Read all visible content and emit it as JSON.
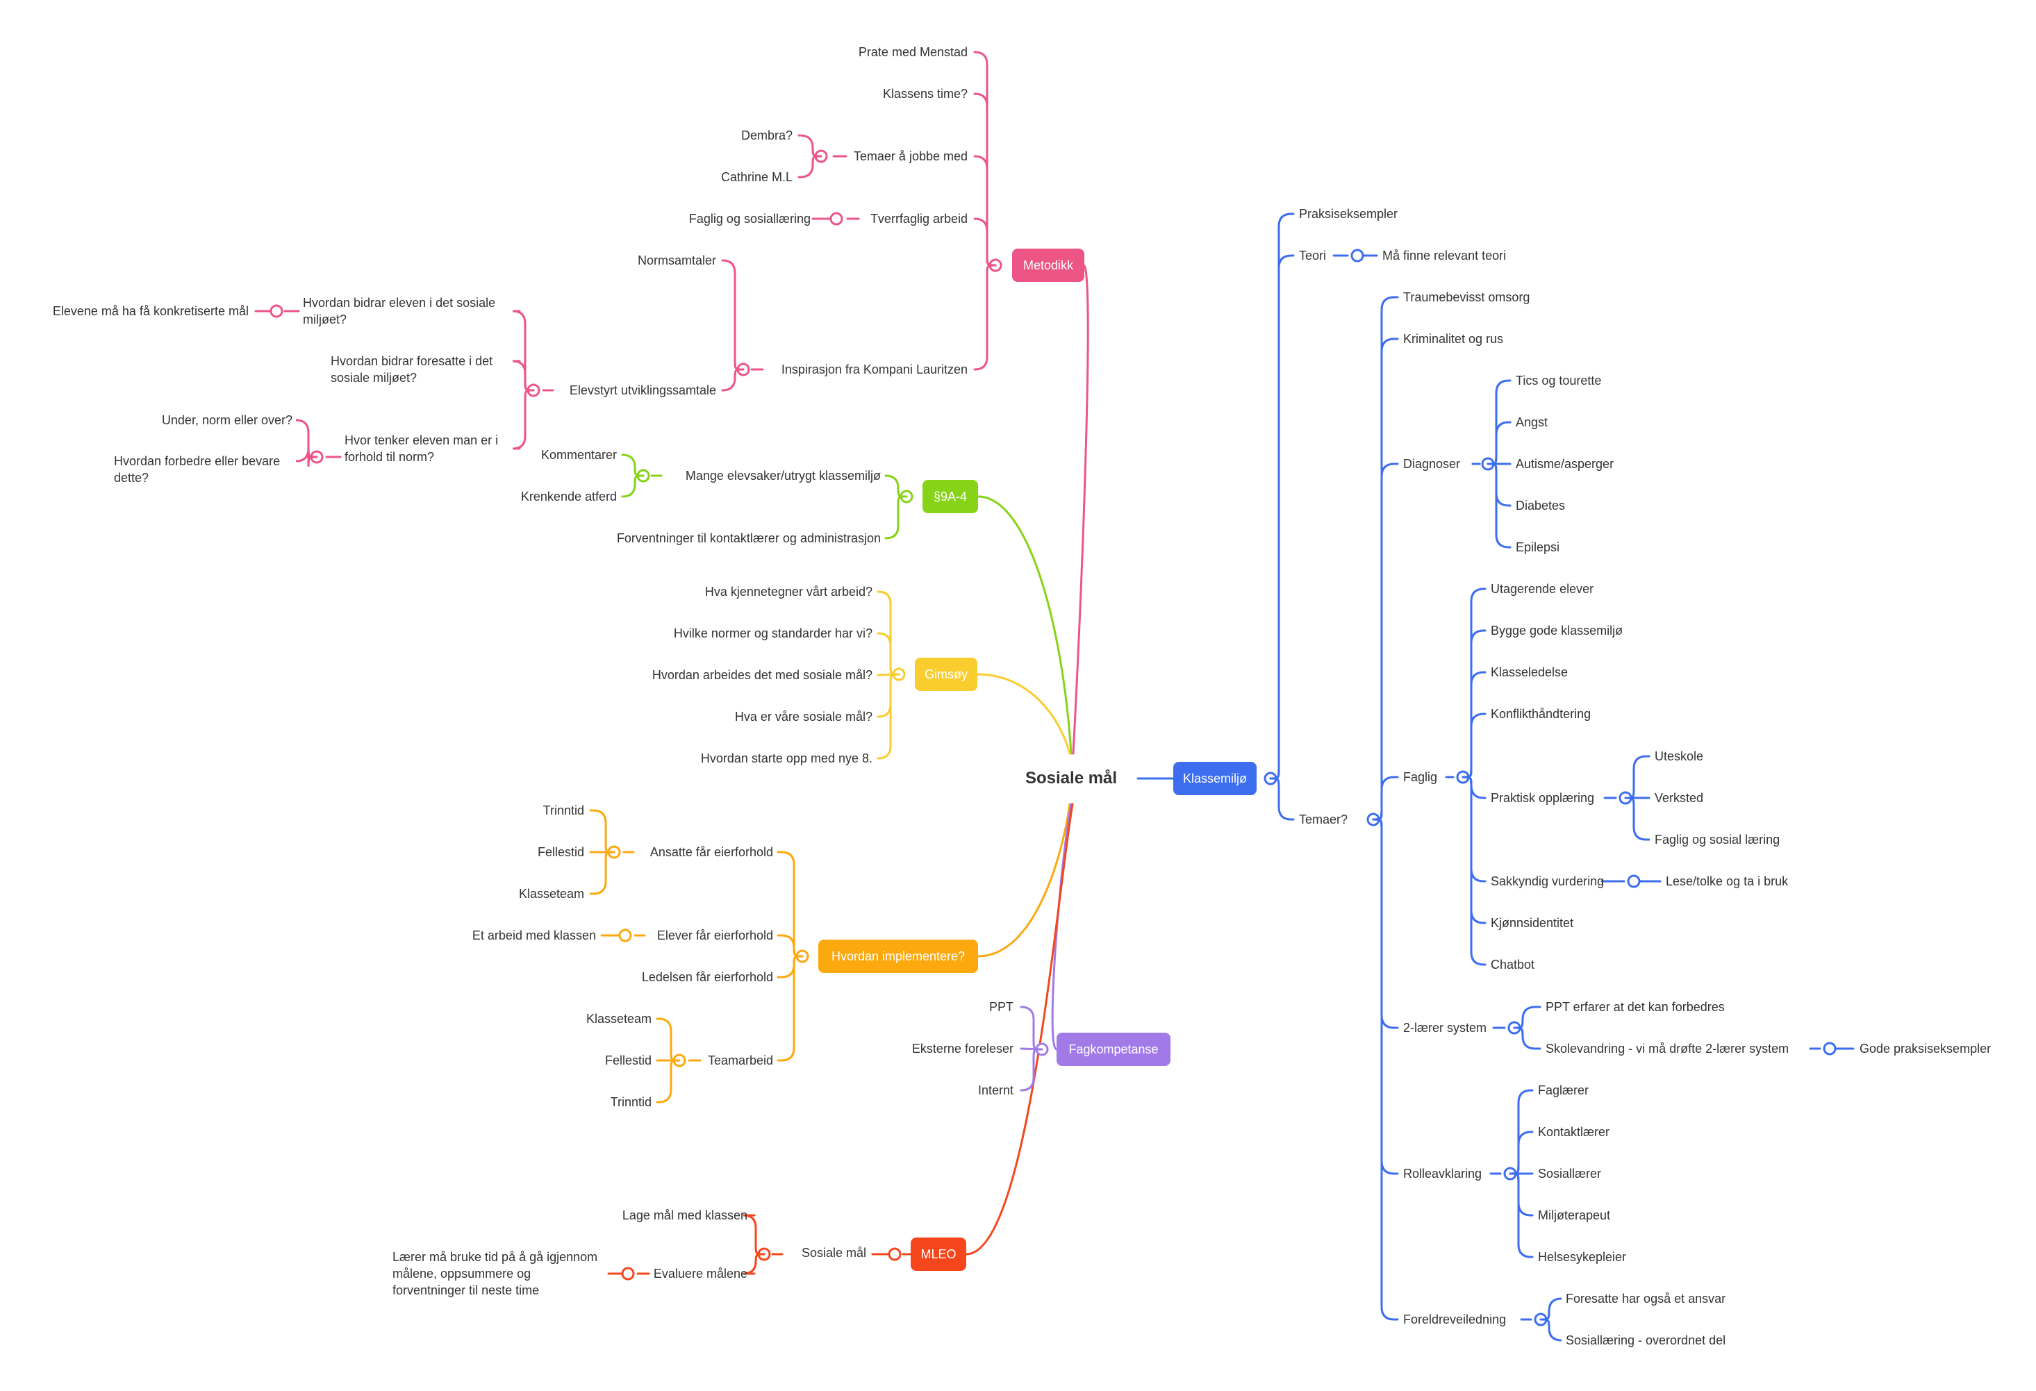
{
  "central_topic": "Sosiale mål",
  "colors": {
    "metodikk": "#ec5585",
    "sec9a4": "#86d318",
    "gimsoy": "#f9cd2e",
    "implementere": "#fca80f",
    "fagkompetanse": "#a17ae8",
    "mleo": "#f5461c",
    "klassemiljo": "#3d6ef0",
    "text": "#333333"
  },
  "branches": {
    "metodikk": {
      "label": "Metodikk",
      "items": {
        "prate": "Prate med Menstad",
        "klassens_time": "Klassens time?",
        "temaer": "Temaer å jobbe med",
        "dembra": "Dembra?",
        "cathrine": "Cathrine M.L",
        "tverrfaglig": "Tverrfaglig arbeid",
        "faglig_sosial": "Faglig og sosiallæring",
        "inspirasjon": "Inspirasjon fra Kompani Lauritzen",
        "normsamtaler": "Normsamtaler",
        "elevstyrt": "Elevstyrt utviklingssamtale",
        "bidrar_eleven": "Hvordan bidrar eleven i det sosiale miljøet?",
        "konkretiserte": "Elevene må ha få konkretiserte mål",
        "bidrar_foresatte": "Hvordan bidrar foresatte i det sosiale miljøet?",
        "tenker": "Hvor tenker eleven man er i forhold til norm?",
        "under_norm": "Under, norm eller over?",
        "forbedre": "Hvordan forbedre eller bevare dette?"
      }
    },
    "sec9a4": {
      "label": "§9A-4",
      "items": {
        "mange": "Mange elevsaker/utrygt klassemiljø",
        "kommentarer": "Kommentarer",
        "krenkende": "Krenkende atferd",
        "forventninger": "Forventninger til kontaktlærer og administrasjon"
      }
    },
    "gimsoy": {
      "label": "Gimsøy",
      "items": {
        "kjennetegner": "Hva kjennetegner vårt arbeid?",
        "normer": "Hvilke normer og standarder har vi?",
        "arbeides": "Hvordan arbeides det med sosiale mål?",
        "vare_mal": "Hva er våre sosiale mål?",
        "starte": "Hvordan starte opp med nye 8."
      }
    },
    "implementere": {
      "label": "Hvordan implementere?",
      "items": {
        "ansatte": "Ansatte får eierforhold",
        "trinntid1": "Trinntid",
        "fellestid1": "Fellestid",
        "klasseteam1": "Klasseteam",
        "elever": "Elever får eierforhold",
        "et_arbeid": "Et arbeid med klassen",
        "ledelsen": "Ledelsen får eierforhold",
        "teamarbeid": "Teamarbeid",
        "klasseteam2": "Klasseteam",
        "fellestid2": "Fellestid",
        "trinntid2": "Trinntid"
      }
    },
    "fagkompetanse": {
      "label": "Fagkompetanse",
      "items": {
        "ppt": "PPT",
        "eksterne": "Eksterne foreleser",
        "internt": "Internt"
      }
    },
    "mleo": {
      "label": "MLEO",
      "items": {
        "sosiale_mal": "Sosiale mål",
        "lage": "Lage mål med klassen",
        "evaluere": "Evaluere målene",
        "laerer": "Lærer må bruke tid på å gå igjennom målene, oppsummere og forventninger til neste time"
      }
    },
    "klassemiljo": {
      "label": "Klassemiljø",
      "items": {
        "praksis": "Praksiseksempler",
        "teori": "Teori",
        "finne": "Må finne relevant teori",
        "temaer": "Temaer?",
        "traume": "Traumebevisst omsorg",
        "krim": "Kriminalitet og rus",
        "diagnoser": "Diagnoser",
        "tics": "Tics og tourette",
        "angst": "Angst",
        "autisme": "Autisme/asperger",
        "diabetes": "Diabetes",
        "epilepsi": "Epilepsi",
        "faglig": "Faglig",
        "utagerende": "Utagerende elever",
        "bygge": "Bygge gode klassemiljø",
        "klasseledelse": "Klasseledelse",
        "konflikt": "Konflikthåndtering",
        "praktisk": "Praktisk opplæring",
        "uteskole": "Uteskole",
        "verksted": "Verksted",
        "faglig_sosial": "Faglig og sosial læring",
        "sakkyndig": "Sakkyndig vurdering",
        "lese": "Lese/tolke og ta i bruk",
        "kjonn": "Kjønnsidentitet",
        "chatbot": "Chatbot",
        "tolaerer": "2-lærer system",
        "ppt_erfarer": "PPT erfarer at det kan forbedres",
        "skolevandring": "Skolevandring - vi må drøfte 2-lærer system",
        "gode": "Gode praksiseksempler",
        "rolle": "Rolleavklaring",
        "faglaerer": "Faglærer",
        "kontakt": "Kontaktlærer",
        "sosiallaerer": "Sosiallærer",
        "miljo": "Miljøterapeut",
        "helse": "Helsesykepleier",
        "foreldre": "Foreldreveiledning",
        "foresatte_ansvar": "Foresatte har også et ansvar",
        "sosiallaering": "Sosiallæring - overordnet del"
      }
    }
  }
}
